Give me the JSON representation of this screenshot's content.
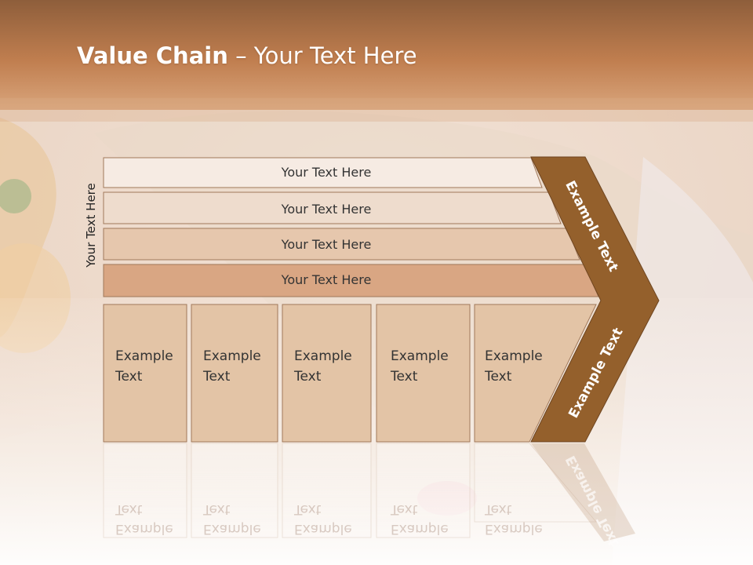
{
  "slide": {
    "title_bold": "Value Chain",
    "title_rest": " – Your Text Here",
    "side_label": "Your Text Here"
  },
  "bars": [
    {
      "label": "Your Text Here",
      "fill": "#f6ebe3"
    },
    {
      "label": "Your Text Here",
      "fill": "#eedccd"
    },
    {
      "label": "Your Text Here",
      "fill": "#e6c7ad"
    },
    {
      "label": "Your Text Here",
      "fill": "#d9a683"
    }
  ],
  "columns": [
    {
      "line1": "Example",
      "line2": "Text"
    },
    {
      "line1": "Example",
      "line2": "Text"
    },
    {
      "line1": "Example",
      "line2": "Text"
    },
    {
      "line1": "Example",
      "line2": "Text"
    },
    {
      "line1": "Example",
      "line2": "Text"
    }
  ],
  "chevron": {
    "top_label": "Example Text",
    "bottom_label": "Example Text",
    "fill": "#94602c"
  },
  "colors": {
    "header": "#b9784a",
    "column_fill": "#e3c4a6",
    "outline": "#a0785a"
  }
}
